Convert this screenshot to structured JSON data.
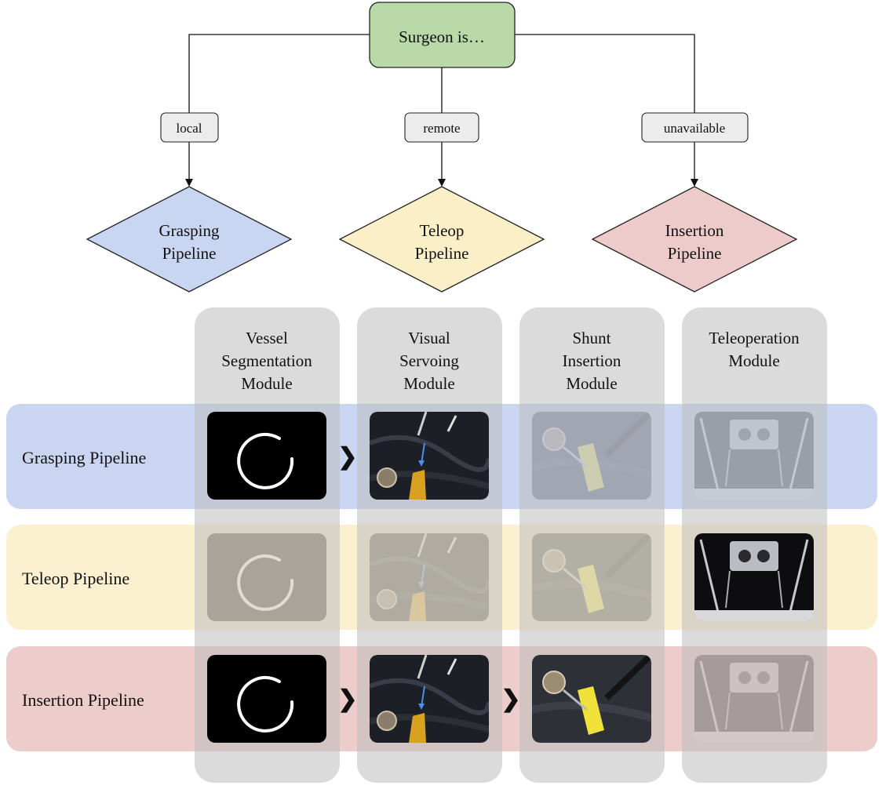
{
  "root": {
    "label": "Surgeon is…",
    "fill": "#b9d9a8"
  },
  "conditions": [
    "local",
    "remote",
    "unavailable"
  ],
  "pipelines": [
    {
      "line1": "Grasping",
      "line2": "Pipeline",
      "row_label": "Grasping Pipeline",
      "fill": "#c9d6f2",
      "band_fill": "#cad6f1"
    },
    {
      "line1": "Teleop",
      "line2": "Pipeline",
      "row_label": "Teleop Pipeline",
      "fill": "#fbefc8",
      "band_fill": "#fbf0cf"
    },
    {
      "line1": "Insertion",
      "line2": "Pipeline",
      "row_label": "Insertion Pipeline",
      "fill": "#eecbcb",
      "band_fill": "#edcccc"
    }
  ],
  "modules": [
    {
      "lines": [
        "Vessel",
        "Segmentation",
        "Module"
      ],
      "thumbnail": "vessel-mask"
    },
    {
      "lines": [
        "Visual",
        "Servoing",
        "Module"
      ],
      "thumbnail": "visual-servoing"
    },
    {
      "lines": [
        "Shunt",
        "Insertion",
        "Module"
      ],
      "thumbnail": "shunt-insertion"
    },
    {
      "lines": [
        "Teleoperation",
        "Module"
      ],
      "thumbnail": "teleoperation-rig"
    }
  ],
  "active": [
    [
      true,
      true,
      false,
      false
    ],
    [
      false,
      false,
      false,
      true
    ],
    [
      true,
      true,
      true,
      false
    ]
  ],
  "flow_arrow_glyph": "❯",
  "colors": {
    "column": "#dcdcdc",
    "stroke": "#222222",
    "label_box": "#ececec"
  }
}
